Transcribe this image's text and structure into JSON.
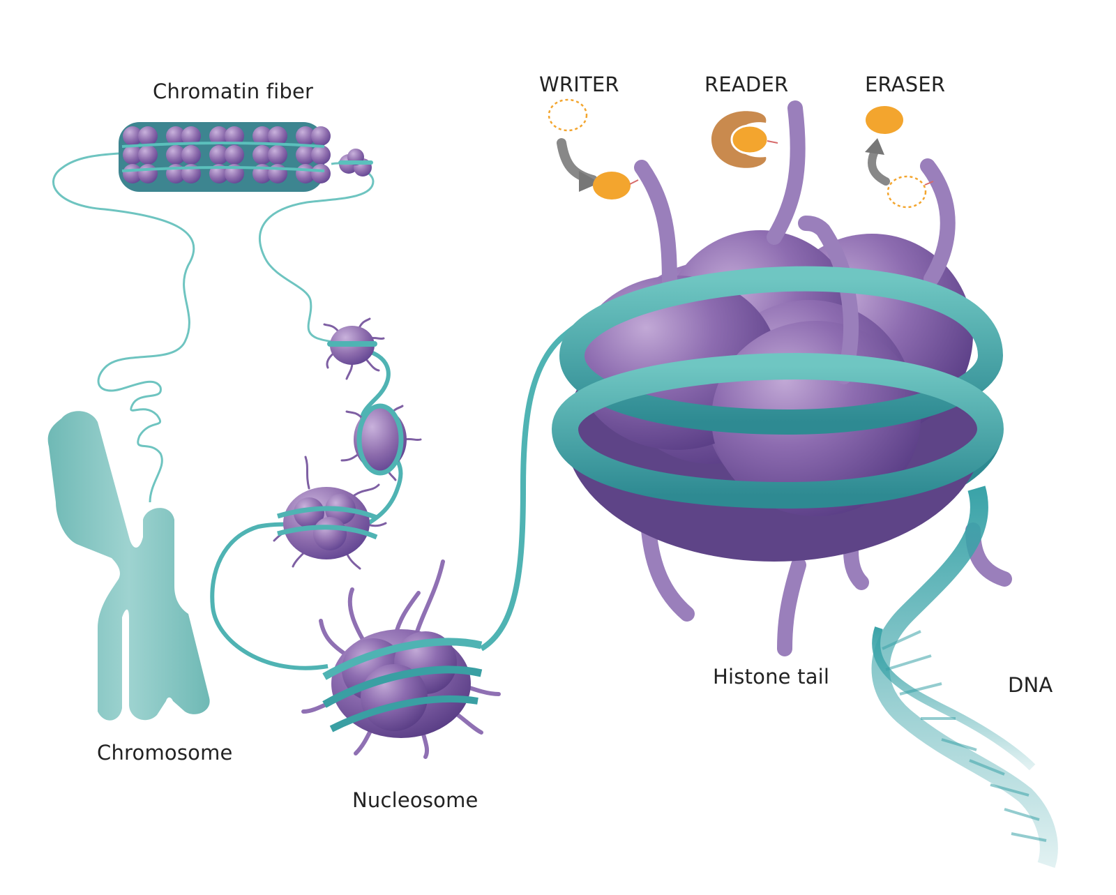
{
  "labels": {
    "chromatin_fiber": "Chromatin fiber",
    "chromosome": "Chromosome",
    "nucleosome": "Nucleosome",
    "writer": "WRITER",
    "reader": "READER",
    "eraser": "ERASER",
    "histone_tail": "Histone tail",
    "dna": "DNA"
  },
  "colors": {
    "dna_teal": "#4fb3b3",
    "dna_teal_dark": "#2e8a92",
    "histone_purple": "#8a6aa8",
    "histone_purple_dark": "#5e4487",
    "chromosome_teal": "#7fc3bf",
    "mark_orange": "#f3a52e",
    "reader_brown": "#c98a4e",
    "arrow_grey": "#777777"
  },
  "icons": [
    "chromosome-icon",
    "chromatin-fiber-icon",
    "nucleosome-icon",
    "histone-tail-icon",
    "dna-helix-icon",
    "writer-mark-icon",
    "reader-protein-icon",
    "eraser-mark-icon"
  ]
}
